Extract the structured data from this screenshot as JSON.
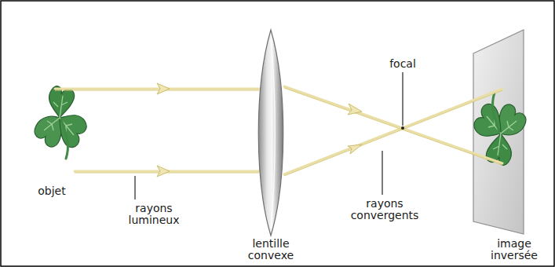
{
  "diagram": {
    "labels": [
      "objet",
      "rayons lumineux",
      "lentille convexe",
      "focal",
      "rayons convergents",
      "image inversée"
    ]
  }
}
